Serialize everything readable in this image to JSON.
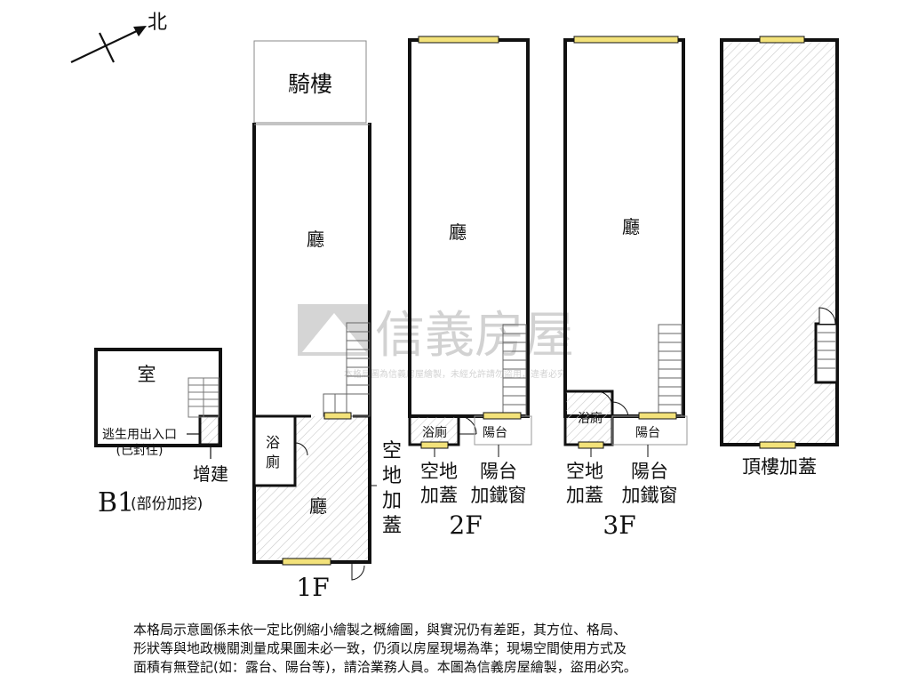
{
  "compass": {
    "north": "北"
  },
  "watermark": {
    "brand": "信義房屋",
    "notice": "本格局圖為信義房屋繪製，未經允許請勿盜用，違者必究"
  },
  "b1": {
    "room": "室",
    "escape_line1": "逃生用出入口",
    "escape_line2": "(已封住)",
    "addition": "增建",
    "level": "B1",
    "note": "(部份加挖)"
  },
  "f1": {
    "arcade": "騎樓",
    "hall_upper": "廳",
    "bath_1": "浴",
    "bath_2": "廁",
    "hall_lower": "廳",
    "side": [
      "空",
      "地",
      "加",
      "蓋"
    ],
    "level": "1F"
  },
  "f2": {
    "hall": "廳",
    "bath": "浴廁",
    "balcony": "陽台",
    "lot_1": "空地",
    "lot_2": "加蓋",
    "window_1": "陽台",
    "window_2": "加鐵窗",
    "level": "2F"
  },
  "f3": {
    "hall": "廳",
    "bath": "浴廁",
    "balcony": "陽台",
    "lot_1": "空地",
    "lot_2": "加蓋",
    "window_1": "陽台",
    "window_2": "加鐵窗",
    "level": "3F"
  },
  "roof": {
    "label": "頂樓加蓋"
  },
  "disclaimer": [
    "本格局示意圖係未依一定比例縮小繪製之概繪圖，與實況仍有差距，其方位、格局、",
    "形狀等與地政機關測量成果圖未必一致，仍須以房屋現場為準；現場空間使用方式及",
    "面積有無登記(如：露台、陽台等)，請洽業務人員。本圖為信義房屋繪製，盜用必究。"
  ]
}
